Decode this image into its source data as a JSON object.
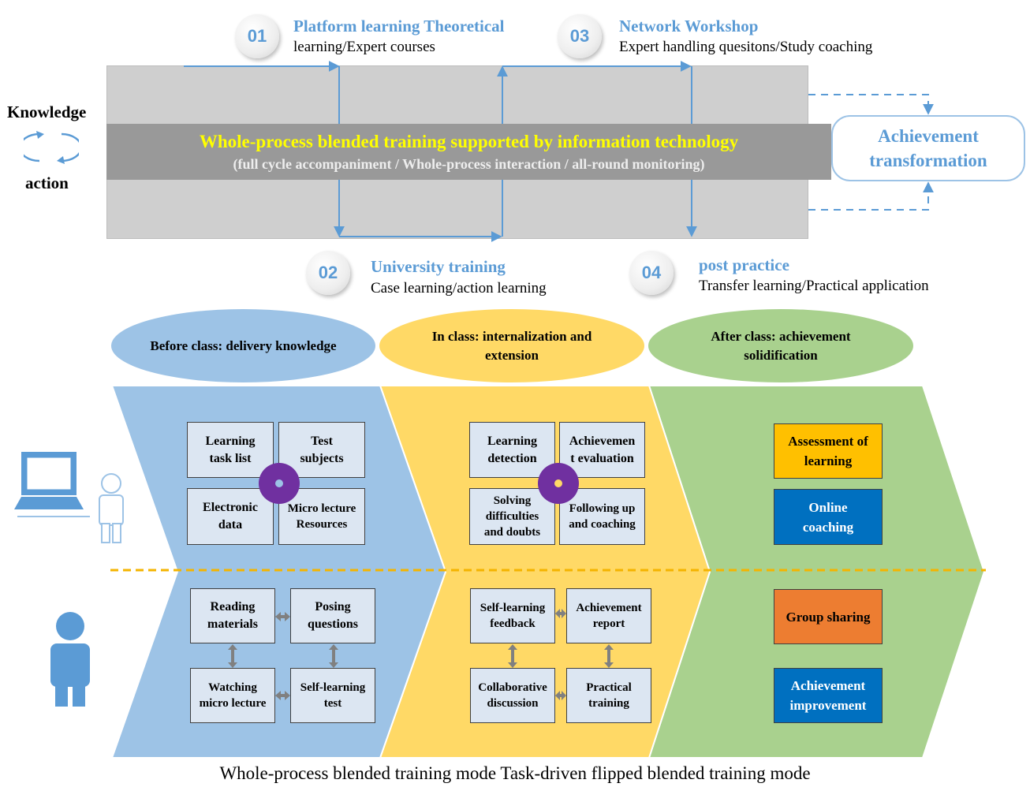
{
  "steps": [
    {
      "num": "01",
      "title": "Platform learning Theoretical",
      "subtitle": "learning/Expert courses"
    },
    {
      "num": "02",
      "title": "University training",
      "subtitle": "Case learning/action learning"
    },
    {
      "num": "03",
      "title": "Network Workshop",
      "subtitle": "Expert handling quesitons/Study coaching"
    },
    {
      "num": "04",
      "title": "post practice",
      "subtitle": "Transfer learning/Practical application"
    }
  ],
  "banner": {
    "title": "Whole-process blended training supported by information technology",
    "subtitle": "(full cycle accompaniment / Whole-process interaction / all-round monitoring)"
  },
  "knowledge_action": {
    "top": "Knowledge",
    "bottom": "action"
  },
  "achievement_box": {
    "line1": "Achievement",
    "line2": "transformation"
  },
  "phases": [
    {
      "line1": "Before class: delivery knowledge",
      "line2": ""
    },
    {
      "line1": "In class: internalization and",
      "line2": "extension"
    },
    {
      "line1": "After class: achievement",
      "line2": "solidification"
    }
  ],
  "teacher_before": [
    {
      "l1": "Learning",
      "l2": "task list"
    },
    {
      "l1": "Test",
      "l2": "subjects"
    },
    {
      "l1": "Electronic",
      "l2": "data"
    },
    {
      "l1": "Micro lecture",
      "l2": "Resources"
    }
  ],
  "teacher_in": [
    {
      "l1": "Learning",
      "l2": "detection",
      "l3": ""
    },
    {
      "l1": "Achievemen",
      "l2": "t evaluation",
      "l3": ""
    },
    {
      "l1": "Solving",
      "l2": "difficulties",
      "l3": "and doubts"
    },
    {
      "l1": "Following up",
      "l2": "and coaching",
      "l3": ""
    }
  ],
  "teacher_after": [
    {
      "l1": "Assessment of",
      "l2": "learning"
    },
    {
      "l1": "Online",
      "l2": "coaching"
    }
  ],
  "student_before": [
    {
      "l1": "Reading",
      "l2": "materials"
    },
    {
      "l1": "Posing",
      "l2": "questions"
    },
    {
      "l1": "Watching",
      "l2": "micro lecture"
    },
    {
      "l1": "Self-learning",
      "l2": "test"
    }
  ],
  "student_in": [
    {
      "l1": "Self-learning",
      "l2": "feedback"
    },
    {
      "l1": "Achievement",
      "l2": "report"
    },
    {
      "l1": "Collaborative",
      "l2": "discussion"
    },
    {
      "l1": "Practical",
      "l2": "training"
    }
  ],
  "student_after": [
    {
      "l1": "Group sharing",
      "l2": ""
    },
    {
      "l1": "Achievement",
      "l2": "improvement"
    }
  ],
  "caption": "Whole-process blended training mode Task-driven flipped blended training mode",
  "colors": {
    "accent_blue": "#5b9bd5",
    "before_fill": "#9dc3e6",
    "in_fill": "#ffd966",
    "after_fill": "#a9d18e",
    "dashed_divider": "#f4b400",
    "hub_purple": "#7030a0",
    "assessment": "#ffc000",
    "online_coaching": "#0070c0",
    "group_sharing": "#ed7d31",
    "achievement_improvement": "#0070c0"
  },
  "icons": [
    "cycle-arrows-icon",
    "computer-icon",
    "teacher-icon",
    "student-icon",
    "double-arrow-icon"
  ]
}
